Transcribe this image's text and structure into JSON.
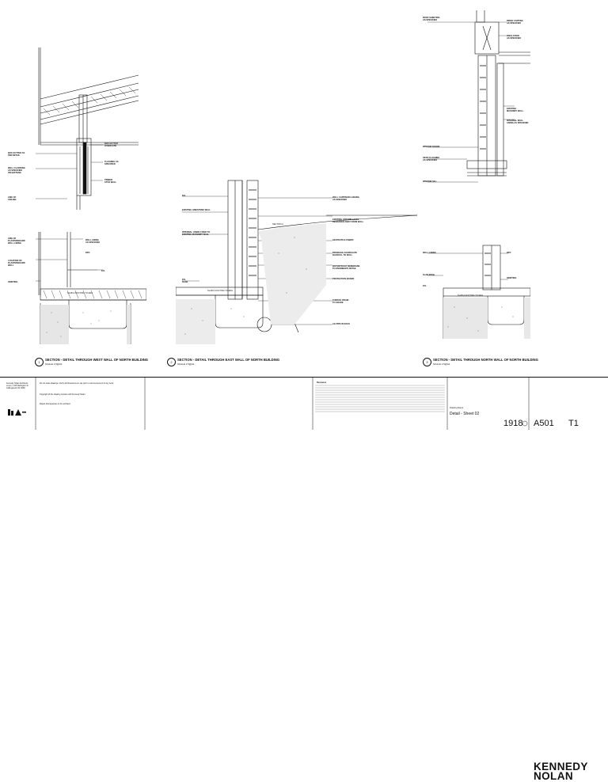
{
  "title_block": {
    "firm_name": "KENNEDY NOLAN",
    "drawing_title": "Detail - Sheet 02",
    "project_number": "1918",
    "drawing_number": "A501",
    "revision": "T1",
    "revisions_heading": "Revisions",
    "drawing_name_label": "Drawing Name"
  },
  "details": [
    {
      "number": "1",
      "title": "SECTION - DETAIL THROUGH WEST WALL OF NORTH BUILDING",
      "scale": "SCALE 1:5@A1"
    },
    {
      "number": "2",
      "title": "SECTION - DETAIL THROUGH EAST WALL OF NORTH BUILDING",
      "scale": "SCALE 1:5@A1"
    },
    {
      "number": "3",
      "title": "SECTION - DETAIL THROUGH NORTH WALL OF NORTH BUILDING",
      "scale": "SCALE 1:5@A1"
    }
  ],
  "labels": {
    "footing": "SLAB & FOOTING TO ENG",
    "section_a": "SECTION A"
  }
}
